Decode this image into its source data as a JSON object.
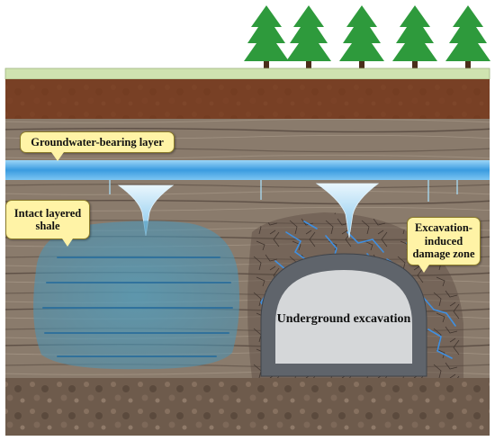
{
  "labels": {
    "groundwater_layer": "Groundwater-bearing layer",
    "intact_shale": "Intact layered shale",
    "damage_zone": "Excavation-induced damage zone",
    "excavation": "Underground excavation"
  },
  "icons": [
    "tree-icon"
  ],
  "colors": {
    "sky": "#ffffff",
    "grass": "#cfe3b0",
    "topsoil": "#7a3a1c",
    "rock": "#8b7a6a",
    "rock_dark": "#5e5046",
    "water": "#2f8fd8",
    "water_light": "#8fd0f5",
    "shale_zone": "#3d8fb0",
    "tunnel_lining": "#5f646b",
    "tunnel_interior": "#d5d7d9",
    "callout_fill": "#fff3a6",
    "tree": "#2e9a3c"
  }
}
